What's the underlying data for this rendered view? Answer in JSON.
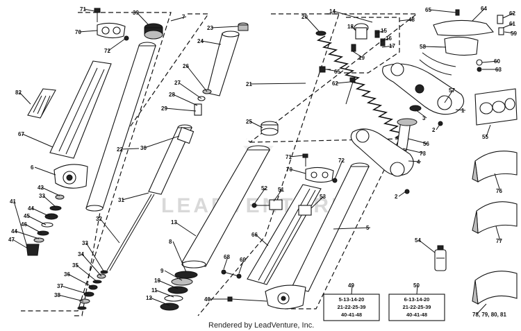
{
  "watermark": "LEADVENTURE",
  "credit": "Rendered by LeadVenture, Inc.",
  "callouts": [
    {
      "id": "c71a",
      "label": "71"
    },
    {
      "id": "c39",
      "label": "39"
    },
    {
      "id": "c7",
      "label": "7"
    },
    {
      "id": "c70a",
      "label": "70"
    },
    {
      "id": "c72a",
      "label": "72"
    },
    {
      "id": "c23",
      "label": "23"
    },
    {
      "id": "c24",
      "label": "24"
    },
    {
      "id": "c20",
      "label": "20"
    },
    {
      "id": "c14",
      "label": "14"
    },
    {
      "id": "c48",
      "label": "48"
    },
    {
      "id": "c18",
      "label": "18"
    },
    {
      "id": "c15",
      "label": "15"
    },
    {
      "id": "c16",
      "label": "16"
    },
    {
      "id": "c17",
      "label": "17"
    },
    {
      "id": "c19",
      "label": "19"
    },
    {
      "id": "c65a",
      "label": "65"
    },
    {
      "id": "c64",
      "label": "64"
    },
    {
      "id": "c62",
      "label": "62"
    },
    {
      "id": "c61",
      "label": "61"
    },
    {
      "id": "c59a",
      "label": "59"
    },
    {
      "id": "c58",
      "label": "58"
    },
    {
      "id": "c60",
      "label": "60"
    },
    {
      "id": "c63",
      "label": "63"
    },
    {
      "id": "c65b",
      "label": "65"
    },
    {
      "id": "c62b",
      "label": "62"
    },
    {
      "id": "c82",
      "label": "82"
    },
    {
      "id": "c26",
      "label": "26"
    },
    {
      "id": "c27",
      "label": "27"
    },
    {
      "id": "c28",
      "label": "28"
    },
    {
      "id": "c29",
      "label": "29"
    },
    {
      "id": "c21",
      "label": "21"
    },
    {
      "id": "c57",
      "label": "57"
    },
    {
      "id": "c1",
      "label": "1"
    },
    {
      "id": "c67",
      "label": "67"
    },
    {
      "id": "c25",
      "label": "25"
    },
    {
      "id": "c3",
      "label": "3"
    },
    {
      "id": "c2a",
      "label": "2"
    },
    {
      "id": "c55",
      "label": "55"
    },
    {
      "id": "c22",
      "label": "22"
    },
    {
      "id": "c30",
      "label": "30"
    },
    {
      "id": "c56",
      "label": "56"
    },
    {
      "id": "c73",
      "label": "73"
    },
    {
      "id": "c6",
      "label": "6"
    },
    {
      "id": "c71b",
      "label": "71"
    },
    {
      "id": "c70b",
      "label": "70"
    },
    {
      "id": "c72b",
      "label": "72"
    },
    {
      "id": "c4",
      "label": "4"
    },
    {
      "id": "c76",
      "label": "76"
    },
    {
      "id": "c42",
      "label": "42"
    },
    {
      "id": "c33a",
      "label": "33"
    },
    {
      "id": "c41",
      "label": "41"
    },
    {
      "id": "c44a",
      "label": "44"
    },
    {
      "id": "c45",
      "label": "45"
    },
    {
      "id": "c46",
      "label": "46"
    },
    {
      "id": "c44b",
      "label": "44"
    },
    {
      "id": "c47",
      "label": "47"
    },
    {
      "id": "c31",
      "label": "31"
    },
    {
      "id": "c52",
      "label": "52"
    },
    {
      "id": "c51",
      "label": "51"
    },
    {
      "id": "c53",
      "label": "53"
    },
    {
      "id": "c2b",
      "label": "2"
    },
    {
      "id": "c5",
      "label": "5"
    },
    {
      "id": "c32",
      "label": "32"
    },
    {
      "id": "c13",
      "label": "13"
    },
    {
      "id": "c66",
      "label": "66"
    },
    {
      "id": "c77",
      "label": "77"
    },
    {
      "id": "c54",
      "label": "54"
    },
    {
      "id": "c33b",
      "label": "33"
    },
    {
      "id": "c34",
      "label": "34"
    },
    {
      "id": "c35",
      "label": "35"
    },
    {
      "id": "c8",
      "label": "8"
    },
    {
      "id": "c68",
      "label": "68"
    },
    {
      "id": "c69",
      "label": "69"
    },
    {
      "id": "c9",
      "label": "9"
    },
    {
      "id": "c36",
      "label": "36"
    },
    {
      "id": "c10",
      "label": "10"
    },
    {
      "id": "c37",
      "label": "37"
    },
    {
      "id": "c11",
      "label": "11"
    },
    {
      "id": "c38",
      "label": "38"
    },
    {
      "id": "c12",
      "label": "12"
    },
    {
      "id": "c49",
      "label": "49"
    },
    {
      "id": "c50",
      "label": "50"
    },
    {
      "id": "c40",
      "label": "40"
    },
    {
      "id": "c78",
      "label": "78, 79, 80, 81"
    }
  ],
  "kits": [
    {
      "id": "kit49",
      "lines": [
        "5-13-14-20",
        "21-22-25-39",
        "40-41-48"
      ]
    },
    {
      "id": "kit50",
      "lines": [
        "6-13-14-20",
        "21-22-25-39",
        "40-41-48"
      ]
    }
  ]
}
